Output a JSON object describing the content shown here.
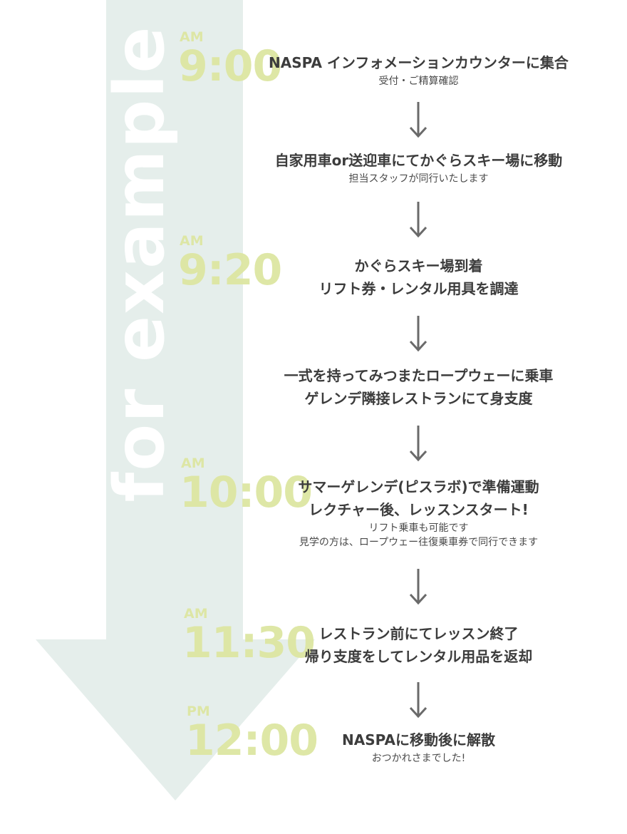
{
  "side_label": "for example",
  "schedule": [
    {
      "ampm": "AM",
      "time": "9:00",
      "lines": [
        "NASPA インフォメーションカウンターに集合"
      ],
      "notes": [
        "受付・ご精算確認"
      ]
    },
    {
      "ampm": "",
      "time": "",
      "lines": [
        "自家用車or送迎車にてかぐらスキー場に移動"
      ],
      "notes": [
        "担当スタッフが同行いたします"
      ]
    },
    {
      "ampm": "AM",
      "time": "9:20",
      "lines": [
        "かぐらスキー場到着",
        "リフト券・レンタル用具を調達"
      ],
      "notes": []
    },
    {
      "ampm": "",
      "time": "",
      "lines": [
        "一式を持ってみつまたロープウェーに乗車",
        "ゲレンデ隣接レストランにて身支度"
      ],
      "notes": []
    },
    {
      "ampm": "AM",
      "time": "10:00",
      "lines": [
        "サマーゲレンデ(ピスラボ)で準備運動",
        "レクチャー後、レッスンスタート!"
      ],
      "notes": [
        "リフト乗車も可能です",
        "見学の方は、ロープウェー往復乗車券で同行できます"
      ]
    },
    {
      "ampm": "AM",
      "time": "11:30",
      "lines": [
        "レストラン前にてレッスン終了",
        "帰り支度をしてレンタル用品を返却"
      ],
      "notes": []
    },
    {
      "ampm": "PM",
      "time": "12:00",
      "lines": [
        "NASPAに移動後に解散"
      ],
      "notes": [
        "おつかれさまでした!"
      ]
    }
  ],
  "colors": {
    "arrow_background": "#e5eeeb",
    "time_text": "#dde6a2",
    "step_text": "#3c3c3c",
    "connector_arrow": "#6a6a6a"
  },
  "icons": {
    "connector": "down-arrow-icon",
    "background": "big-down-arrow-shape"
  }
}
